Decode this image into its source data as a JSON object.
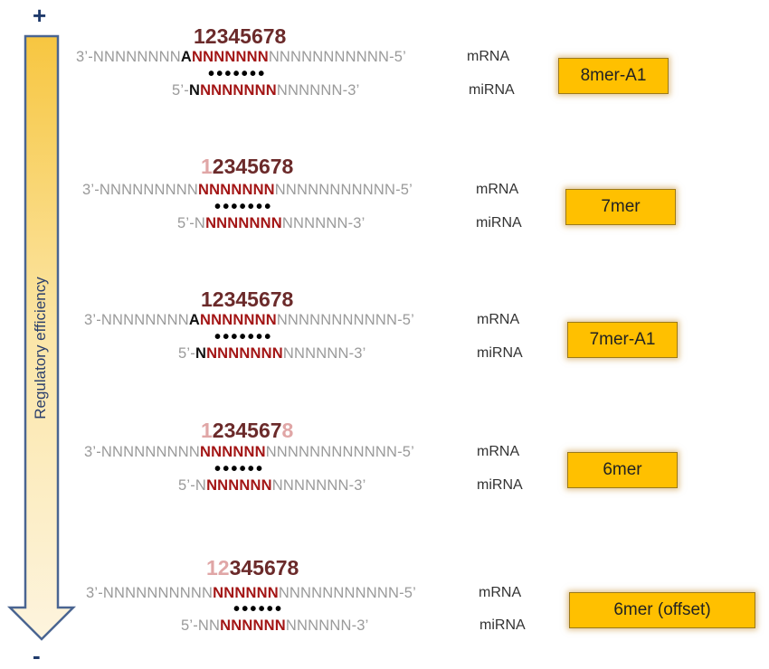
{
  "axis": {
    "top": "+",
    "bottom": "-",
    "label": "Regulatory efficiency"
  },
  "mrna_label": "mRNA",
  "mirna_label": "miRNA",
  "sites": [
    {
      "name": "8mer-A1",
      "positions": [
        {
          "t": "12345678",
          "f": false
        }
      ],
      "mrna": [
        {
          "t": "3’-NNNNNNNN",
          "c": "g"
        },
        {
          "t": "A",
          "c": "k"
        },
        {
          "t": "NNNNNNN",
          "c": "r"
        },
        {
          "t": "NNNNNNNNNNN-5’",
          "c": "g"
        }
      ],
      "dots": "•••••••",
      "mirna": [
        {
          "t": "5’-",
          "c": "g"
        },
        {
          "t": "N",
          "c": "k"
        },
        {
          "t": "NNNNNNN",
          "c": "r"
        },
        {
          "t": "NNNNNN-3’",
          "c": "g"
        }
      ]
    },
    {
      "name": "7mer",
      "positions": [
        {
          "t": "1",
          "f": true
        },
        {
          "t": "2345678",
          "f": false
        }
      ],
      "mrna": [
        {
          "t": "3’-NNNNNNNNN",
          "c": "g"
        },
        {
          "t": "NNNNNNN",
          "c": "r"
        },
        {
          "t": "NNNNNNNNNNN-5’",
          "c": "g"
        }
      ],
      "dots": "•••••••",
      "mirna": [
        {
          "t": "5’-N",
          "c": "g"
        },
        {
          "t": "NNNNNNN",
          "c": "r"
        },
        {
          "t": "NNNNNN-3’",
          "c": "g"
        }
      ]
    },
    {
      "name": "7mer-A1",
      "positions": [
        {
          "t": "12345678",
          "f": false
        }
      ],
      "mrna": [
        {
          "t": "3’-NNNNNNNN",
          "c": "g"
        },
        {
          "t": "A",
          "c": "k"
        },
        {
          "t": "NNNNNNN",
          "c": "r"
        },
        {
          "t": "NNNNNNNNNNN-5’",
          "c": "g"
        }
      ],
      "dots": "•••••••",
      "mirna": [
        {
          "t": "5’-",
          "c": "g"
        },
        {
          "t": "N",
          "c": "k"
        },
        {
          "t": "NNNNNNN",
          "c": "r"
        },
        {
          "t": "NNNNNN-3’",
          "c": "g"
        }
      ]
    },
    {
      "name": "6mer",
      "positions": [
        {
          "t": "1",
          "f": true
        },
        {
          "t": "234567",
          "f": false
        },
        {
          "t": "8",
          "f": true
        }
      ],
      "mrna": [
        {
          "t": "3’-NNNNNNNNN",
          "c": "g"
        },
        {
          "t": "NNNNNN",
          "c": "r"
        },
        {
          "t": "NNNNNNNNNNNN-5’",
          "c": "g"
        }
      ],
      "dots": "••••••",
      "mirna": [
        {
          "t": "5’-N",
          "c": "g"
        },
        {
          "t": "NNNNNN",
          "c": "r"
        },
        {
          "t": "NNNNNNN-3’",
          "c": "g"
        }
      ]
    },
    {
      "name": "6mer (offset)",
      "positions": [
        {
          "t": "12",
          "f": true
        },
        {
          "t": "345678",
          "f": false
        }
      ],
      "mrna": [
        {
          "t": "3’-NNNNNNNNNN",
          "c": "g"
        },
        {
          "t": "NNNNNN",
          "c": "r"
        },
        {
          "t": "NNNNNNNNNNN-5’",
          "c": "g"
        }
      ],
      "dots": "••••••",
      "mirna": [
        {
          "t": "5’-NN",
          "c": "g"
        },
        {
          "t": "NNNNNN",
          "c": "r"
        },
        {
          "t": "NNNNNN-3’",
          "c": "g"
        }
      ]
    }
  ]
}
